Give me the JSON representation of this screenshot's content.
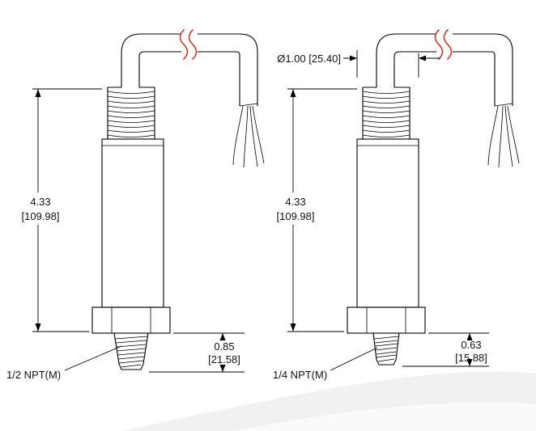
{
  "left": {
    "height_in": "4.33",
    "height_mm": "[109.98]",
    "thread_len_in": "0.85",
    "thread_len_mm": "[21.58]",
    "thread_label": "1/2 NPT(M)"
  },
  "right": {
    "diameter": "Ø1.00 [25.40]",
    "height_in": "4.33",
    "height_mm": "[109.98]",
    "thread_len_in": "0.63",
    "thread_len_mm": "[15.88]",
    "thread_label": "1/4 NPT(M)"
  },
  "colors": {
    "line": "#000000",
    "cable_break": "#cc3b33",
    "watermark": "#f1f1f1",
    "background": "#ffffff"
  }
}
